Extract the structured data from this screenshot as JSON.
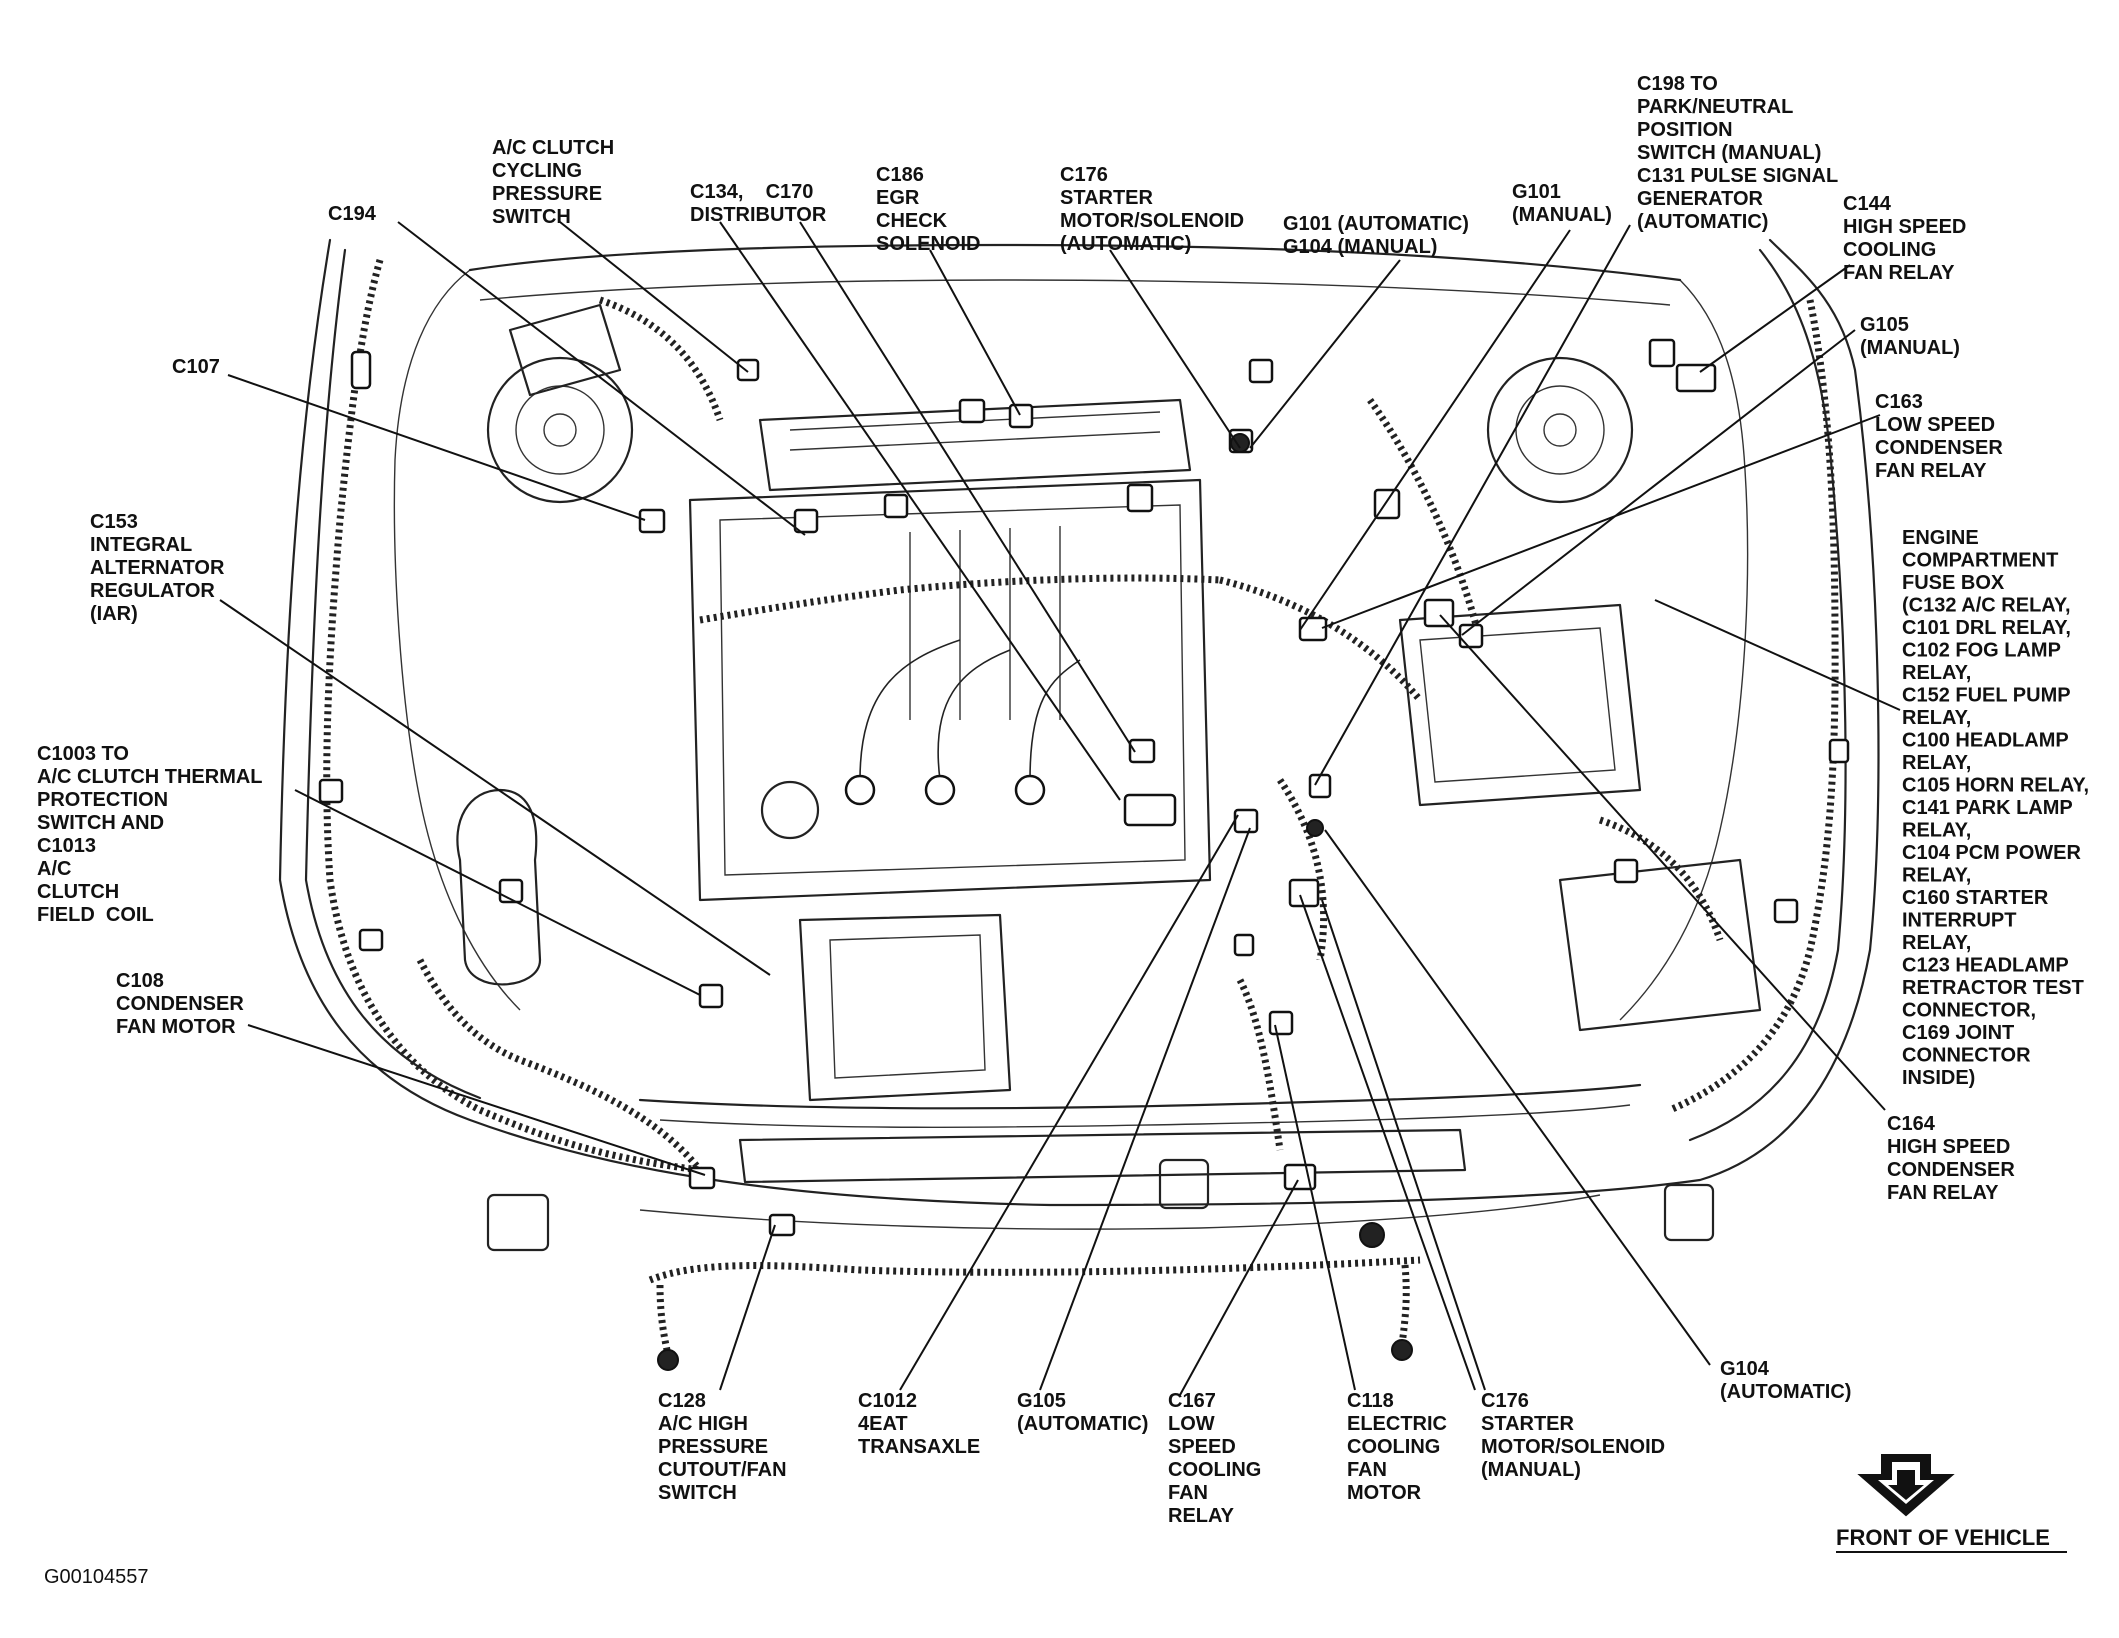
{
  "figure_id": "G00104557",
  "front_label": "FRONT OF VEHICLE",
  "callouts": [
    {
      "id": "c194",
      "lines": [
        "C194"
      ]
    },
    {
      "id": "ac-cycling",
      "lines": [
        "A/C CLUTCH",
        "CYCLING",
        "PRESSURE",
        "SWITCH"
      ]
    },
    {
      "id": "c134-c170",
      "lines": [
        "C134,    C170",
        "DISTRIBUTOR"
      ]
    },
    {
      "id": "c186",
      "lines": [
        "C186",
        "EGR",
        "CHECK",
        "SOLENOID"
      ]
    },
    {
      "id": "c176-auto",
      "lines": [
        "C176",
        "STARTER",
        "MOTOR/SOLENOID",
        "(AUTOMATIC)"
      ]
    },
    {
      "id": "g101-g104",
      "lines": [
        "G101 (AUTOMATIC)",
        "G104 (MANUAL)"
      ]
    },
    {
      "id": "g101-manual",
      "lines": [
        "G101",
        "(MANUAL)"
      ]
    },
    {
      "id": "c198",
      "lines": [
        "C198 TO",
        "PARK/NEUTRAL",
        "POSITION",
        "SWITCH (MANUAL)",
        "C131 PULSE SIGNAL",
        "GENERATOR",
        "(AUTOMATIC)"
      ]
    },
    {
      "id": "c144",
      "lines": [
        "C144",
        "HIGH SPEED",
        "COOLING",
        "FAN RELAY"
      ]
    },
    {
      "id": "g105-manual",
      "lines": [
        "G105",
        "(MANUAL)"
      ]
    },
    {
      "id": "c163",
      "lines": [
        "C163",
        "LOW SPEED",
        "CONDENSER",
        "FAN RELAY"
      ]
    },
    {
      "id": "fuse-box",
      "lines": [
        "ENGINE",
        "COMPARTMENT",
        "FUSE BOX",
        "(C132 A/C RELAY,",
        "C101 DRL RELAY,",
        "C102 FOG LAMP",
        "RELAY,",
        "C152 FUEL PUMP",
        "RELAY,",
        "C100 HEADLAMP",
        "RELAY,",
        "C105 HORN RELAY,",
        "C141 PARK LAMP",
        "RELAY,",
        "C104 PCM POWER",
        "RELAY,",
        "C160 STARTER",
        "INTERRUPT",
        "RELAY,",
        "C123 HEADLAMP",
        "RETRACTOR TEST",
        "CONNECTOR,",
        "C169 JOINT",
        "CONNECTOR",
        "INSIDE)"
      ]
    },
    {
      "id": "c107",
      "lines": [
        "C107"
      ]
    },
    {
      "id": "c153",
      "lines": [
        "C153",
        "INTEGRAL",
        "ALTERNATOR",
        "REGULATOR",
        "(IAR)"
      ]
    },
    {
      "id": "c1003",
      "lines": [
        "C1003 TO",
        "A/C CLUTCH THERMAL",
        "PROTECTION",
        "SWITCH AND",
        "C1013",
        "A/C",
        "CLUTCH",
        "FIELD  COIL"
      ]
    },
    {
      "id": "c108",
      "lines": [
        "C108",
        "CONDENSER",
        "FAN MOTOR"
      ]
    },
    {
      "id": "c164",
      "lines": [
        "C164",
        "HIGH SPEED",
        "CONDENSER",
        "FAN RELAY"
      ]
    },
    {
      "id": "g104-auto",
      "lines": [
        "G104",
        "(AUTOMATIC)"
      ]
    },
    {
      "id": "c128",
      "lines": [
        "C128",
        "A/C HIGH",
        "PRESSURE",
        "CUTOUT/FAN",
        "SWITCH"
      ]
    },
    {
      "id": "c1012",
      "lines": [
        "C1012",
        "4EAT",
        "TRANSAXLE"
      ]
    },
    {
      "id": "g105-auto",
      "lines": [
        "G105",
        "(AUTOMATIC)"
      ]
    },
    {
      "id": "c167",
      "lines": [
        "C167",
        "LOW",
        "SPEED",
        "COOLING",
        "FAN",
        "RELAY"
      ]
    },
    {
      "id": "c118",
      "lines": [
        "C118",
        "ELECTRIC",
        "COOLING",
        "FAN",
        "MOTOR"
      ]
    },
    {
      "id": "c176-manual",
      "lines": [
        "C176",
        "STARTER",
        "MOTOR/SOLENOID",
        "(MANUAL)"
      ]
    }
  ]
}
